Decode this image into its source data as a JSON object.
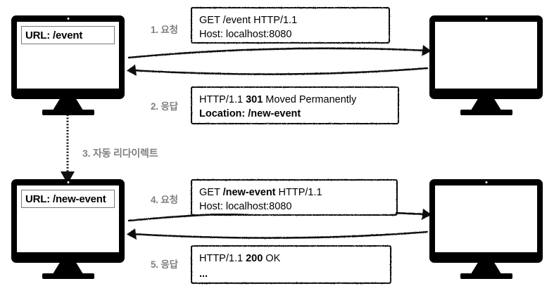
{
  "diagram": {
    "title": "HTTP 301 redirect sequence",
    "colors": {
      "ink": "#000000",
      "label_gray": "#808080",
      "url_bar_border": "#777777",
      "background": "#ffffff"
    },
    "clients": [
      {
        "name": "client-top",
        "url_label": "URL: /event"
      },
      {
        "name": "client-bottom",
        "url_label": "URL: /new-event"
      }
    ],
    "servers": [
      {
        "name": "server-top",
        "screen_text": ""
      },
      {
        "name": "server-bottom",
        "screen_text": ""
      }
    ],
    "steps": [
      {
        "id": "1",
        "label": "1. 요청"
      },
      {
        "id": "2",
        "label": "2. 응답"
      },
      {
        "id": "3",
        "label": "3. 자동 리다이렉트"
      },
      {
        "id": "4",
        "label": "4. 요청"
      },
      {
        "id": "5",
        "label": "5. 응답"
      }
    ],
    "messages": [
      {
        "name": "request-1",
        "lines": [
          {
            "parts": [
              {
                "text": "GET /event HTTP/1.1",
                "bold": false
              }
            ]
          },
          {
            "parts": [
              {
                "text": "Host: localhost:8080",
                "bold": false
              }
            ]
          }
        ]
      },
      {
        "name": "response-1",
        "lines": [
          {
            "parts": [
              {
                "text": "HTTP/1.1 ",
                "bold": false
              },
              {
                "text": "301",
                "bold": true
              },
              {
                "text": " Moved Permanently",
                "bold": false
              }
            ]
          },
          {
            "parts": [
              {
                "text": "Location: /new-event",
                "bold": true
              }
            ]
          }
        ]
      },
      {
        "name": "request-2",
        "lines": [
          {
            "parts": [
              {
                "text": "GET ",
                "bold": false
              },
              {
                "text": "/new-event",
                "bold": true
              },
              {
                "text": " HTTP/1.1",
                "bold": false
              }
            ]
          },
          {
            "parts": [
              {
                "text": "Host: localhost:8080",
                "bold": false
              }
            ]
          }
        ]
      },
      {
        "name": "response-2",
        "lines": [
          {
            "parts": [
              {
                "text": "HTTP/1.1 ",
                "bold": false
              },
              {
                "text": "200",
                "bold": true
              },
              {
                "text": " OK",
                "bold": false
              }
            ]
          },
          {
            "parts": [
              {
                "text": "...",
                "bold": true
              }
            ]
          }
        ]
      }
    ],
    "text_values": {
      "request_1_line_1": "GET /event HTTP/1.1",
      "request_1_line_2": "Host: localhost:8080",
      "response_1_line_1_a": "HTTP/1.1 ",
      "response_1_line_1_b": "301",
      "response_1_line_1_c": " Moved Permanently",
      "response_1_line_2": "Location: /new-event",
      "request_2_line_1_a": "GET ",
      "request_2_line_1_b": "/new-event",
      "request_2_line_1_c": " HTTP/1.1",
      "request_2_line_2": "Host: localhost:8080",
      "response_2_line_1_a": "HTTP/1.1 ",
      "response_2_line_1_b": "200",
      "response_2_line_1_c": " OK",
      "response_2_line_2": "..."
    }
  }
}
